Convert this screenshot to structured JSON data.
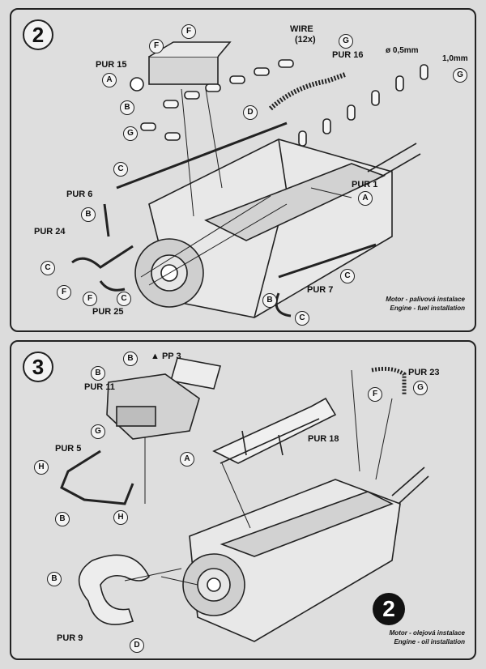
{
  "step2": {
    "number": "2",
    "labels": {
      "wire": "WIRE",
      "wire_count": "(12x)",
      "pur15": "PUR 15",
      "pur16": "PUR 16",
      "pur1": "PUR 1",
      "pur6": "PUR 6",
      "pur24": "PUR 24",
      "pur25": "PUR 25",
      "pur7": "PUR 7",
      "dim_diameter": "ø 0,5mm",
      "dim_length": "1,0mm"
    },
    "caption_line1": "Motor - palivová instalace",
    "caption_line2": "Engine - fuel installation"
  },
  "step3": {
    "number": "3",
    "labels": {
      "pp3": "PP 3",
      "pur11": "PUR 11",
      "pur23": "PUR 23",
      "pur5": "PUR 5",
      "pur18": "PUR 18",
      "pur9": "PUR 9"
    },
    "ref_step": "2",
    "caption_line1": "Motor - olejová instalace",
    "caption_line2": "Engine - oil installation"
  },
  "tags": {
    "A": "A",
    "B": "B",
    "C": "C",
    "D": "D",
    "F": "F",
    "G": "G",
    "H": "H"
  }
}
